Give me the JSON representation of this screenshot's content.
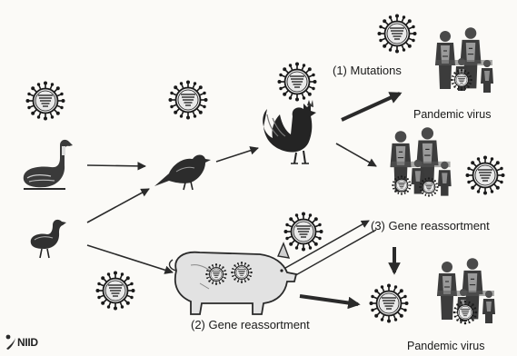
{
  "labels": {
    "mutations": "(1) Mutations",
    "pandemic_top": "Pandemic virus",
    "reassortment_3": "(3) Gene reassortment",
    "reassortment_2": "(2) Gene reassortment",
    "pandemic_bottom": "Pandemic virus"
  },
  "logo": {
    "text": "NIID"
  },
  "colors": {
    "ink": "#1a1a1a",
    "arrow": "#2a2a2a",
    "background": "#fbfaf7",
    "virus_fill": "#e9e9e9"
  },
  "icons": {
    "virus": "virus-icon",
    "goose": "goose-icon",
    "duck": "duck-icon",
    "quail": "quail-icon",
    "rooster": "rooster-icon",
    "pig": "pig-icon",
    "people": "people-group-icon"
  }
}
